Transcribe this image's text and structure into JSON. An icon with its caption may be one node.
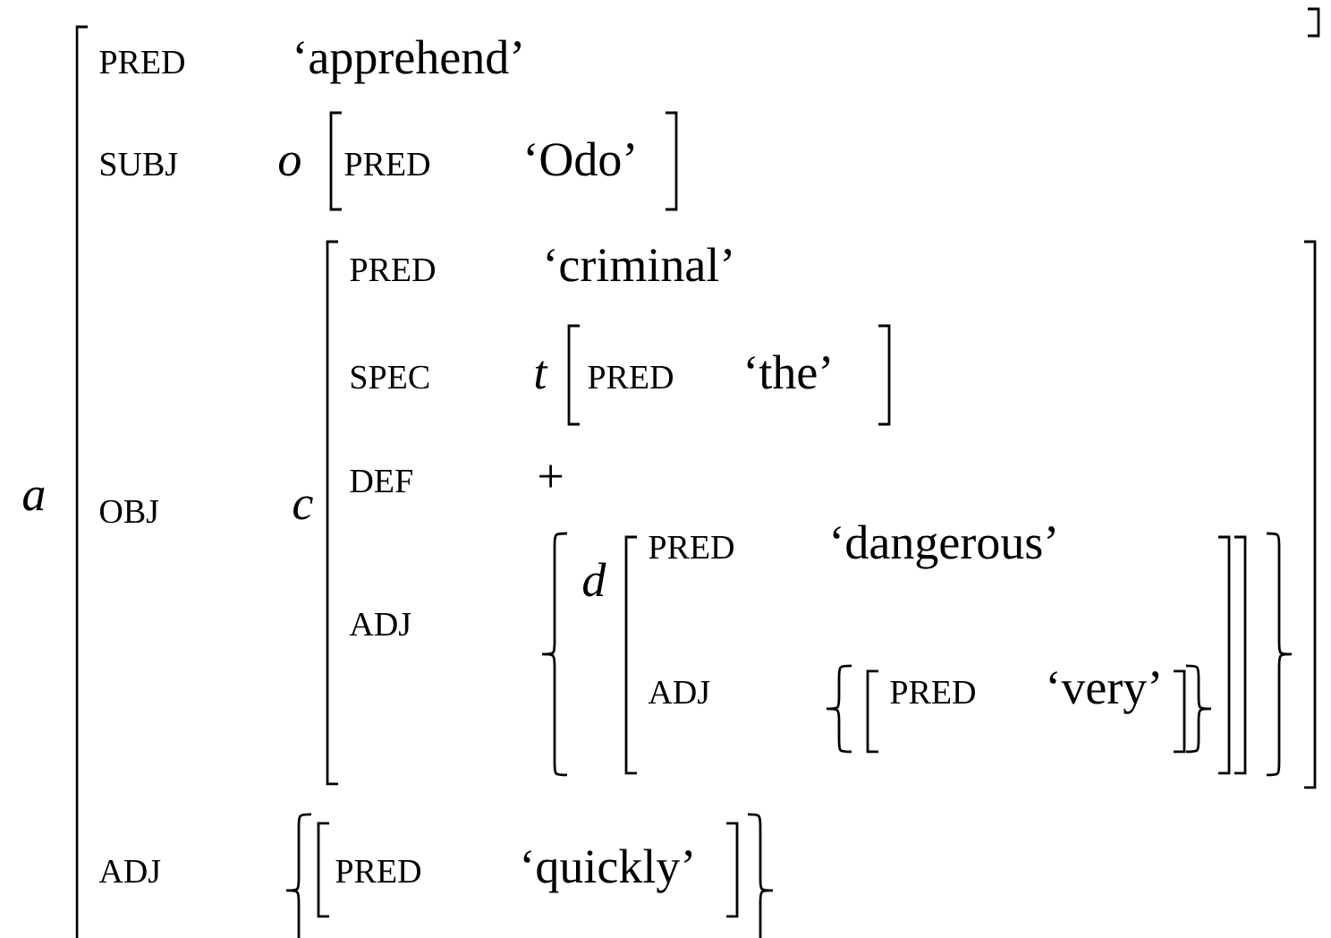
{
  "diagram": {
    "labels": [
      "a",
      "PRED",
      "‘apprehend’",
      "SUBJ",
      "o",
      "PRED",
      "‘Odo’",
      "OBJ",
      "c",
      "PRED",
      "‘criminal’",
      "SPEC",
      "t",
      "PRED",
      "‘the’",
      "DEF",
      "+",
      "ADJ",
      "d",
      "PRED",
      "‘dangerous’",
      "ADJ",
      "PRED",
      "‘very’",
      "ADJ",
      "PRED",
      "‘quickly’"
    ]
  }
}
